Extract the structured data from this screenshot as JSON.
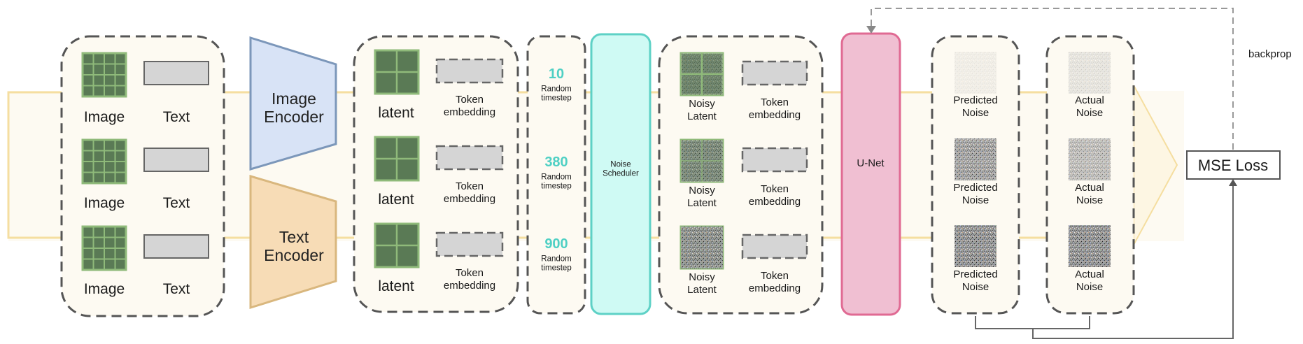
{
  "inputs": {
    "image_label": "Image",
    "text_label": "Text"
  },
  "encoders": {
    "image": "Image Encoder",
    "text": "Text Encoder"
  },
  "latents": {
    "latent_label": "latent",
    "token_label": "Token embedding"
  },
  "timesteps": {
    "label": "Random timestep",
    "values": [
      "10",
      "380",
      "900"
    ]
  },
  "scheduler": {
    "label": "Noise Scheduler"
  },
  "noisy": {
    "latent_label": "Noisy Latent",
    "token_label": "Token embedding"
  },
  "unet": {
    "label": "U-Net"
  },
  "predicted": {
    "label": "Predicted Noise"
  },
  "actual": {
    "label": "Actual Noise"
  },
  "loss": {
    "label": "MSE Loss",
    "backprop_label": "backprop"
  },
  "colors": {
    "grid_fill": "#5a7a55",
    "grid_border": "#8fba7a",
    "token_fill": "#d5d5d5",
    "image_encoder": "#d8e3f6",
    "text_encoder": "#f7dcb6",
    "scheduler": "#cffaf4",
    "scheduler_border": "#5ed1c6",
    "unet": "#f0bfd2",
    "unet_border": "#e06a93",
    "flow_line": "#f5dea0",
    "number": "#4fd0c4"
  }
}
